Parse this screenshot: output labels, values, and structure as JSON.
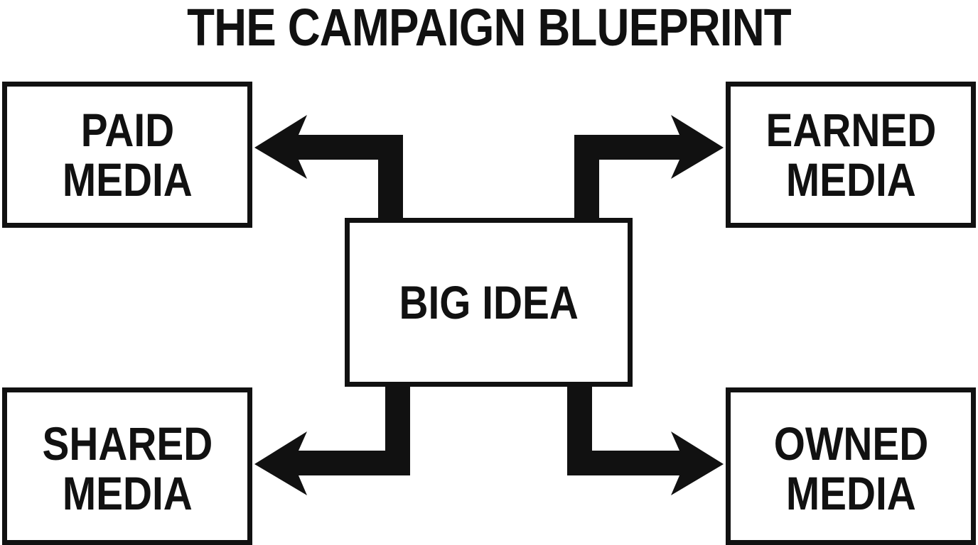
{
  "title": "THE CAMPAIGN BLUEPRINT",
  "center": {
    "label": "BIG IDEA"
  },
  "nodes": {
    "paid": {
      "line1": "PAID",
      "line2": "MEDIA"
    },
    "earned": {
      "line1": "EARNED",
      "line2": "MEDIA"
    },
    "shared": {
      "line1": "SHARED",
      "line2": "MEDIA"
    },
    "owned": {
      "line1": "OWNED",
      "line2": "MEDIA"
    }
  },
  "colors": {
    "ink": "#111111",
    "background": "#ffffff"
  }
}
